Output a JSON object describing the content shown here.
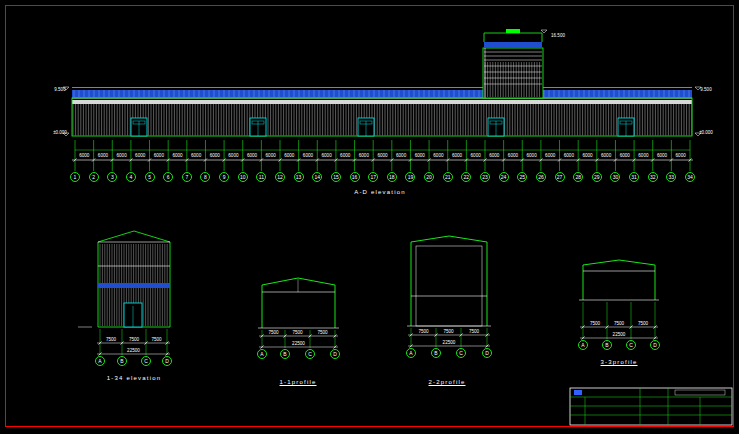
{
  "diagram": {
    "nodes": [
      {
        "text": [
          "1"
        ]
      },
      {
        "text": [
          "2"
        ]
      },
      {
        "text": [
          "3"
        ]
      },
      {
        "text": [
          "4"
        ]
      },
      {
        "text": [
          "5"
        ]
      },
      {
        "text": [
          "6"
        ]
      },
      {
        "text": [
          "7"
        ]
      },
      {
        "text": [
          "8"
        ]
      },
      {
        "text": [
          "9"
        ]
      },
      {
        "text": [
          "10"
        ]
      },
      {
        "text": [
          "11"
        ]
      },
      {
        "text": [
          "12"
        ]
      },
      {
        "text": [
          "13"
        ]
      },
      {
        "text": [
          "14"
        ]
      },
      {
        "text": [
          "15"
        ]
      },
      {
        "text": [
          "16"
        ]
      },
      {
        "text": [
          "17"
        ]
      },
      {
        "text": [
          "18"
        ]
      },
      {
        "text": [
          "19"
        ]
      },
      {
        "text": [
          "20"
        ]
      },
      {
        "text": [
          "21"
        ]
      },
      {
        "text": [
          "22"
        ]
      },
      {
        "text": [
          "23"
        ]
      },
      {
        "text": [
          "24"
        ]
      },
      {
        "text": [
          "25"
        ]
      },
      {
        "text": [
          "26"
        ]
      },
      {
        "text": [
          "27"
        ]
      },
      {
        "text": [
          "28"
        ]
      },
      {
        "text": [
          "29"
        ]
      },
      {
        "text": [
          "30"
        ]
      },
      {
        "text": [
          "31"
        ]
      },
      {
        "text": [
          "32"
        ]
      },
      {
        "text": [
          "33"
        ]
      },
      {
        "text": [
          "34"
        ]
      },
      {
        "text": [
          "A"
        ]
      },
      {
        "text": [
          "B"
        ]
      },
      {
        "text": [
          "C"
        ]
      },
      {
        "text": [
          "D"
        ]
      },
      {
        "text": [
          "A"
        ]
      },
      {
        "text": [
          "B"
        ]
      },
      {
        "text": [
          "C"
        ]
      },
      {
        "text": [
          "D"
        ]
      },
      {
        "text": [
          "A"
        ]
      },
      {
        "text": [
          "B"
        ]
      },
      {
        "text": [
          "C"
        ]
      },
      {
        "text": [
          "D"
        ]
      },
      {
        "text": [
          "A"
        ]
      },
      {
        "text": [
          "B"
        ]
      },
      {
        "text": [
          "C"
        ]
      },
      {
        "text": [
          "D"
        ]
      }
    ],
    "labels": [
      "6000",
      "6000",
      "6000",
      "6000",
      "6000",
      "6000",
      "6000",
      "6000",
      "6000",
      "6000",
      "6000",
      "6000",
      "6000",
      "6000",
      "6000",
      "6000",
      "6000",
      "6000",
      "6000",
      "6000",
      "6000",
      "6000",
      "6000",
      "6000",
      "6000",
      "6000",
      "6000",
      "6000",
      "6000",
      "6000",
      "6000",
      "6000",
      "6000",
      "A-D elevation",
      "7500",
      "7500",
      "7500",
      "22500",
      "1-34 elevation",
      "7500",
      "7500",
      "7500",
      "22500",
      "1-1profile",
      "7500",
      "7500",
      "7500",
      "22500",
      "2-2profile",
      "7500",
      "7500",
      "7500",
      "22500",
      "3-3profile",
      "9.500",
      "±0.000",
      "9.500",
      "±0.000",
      "16.500"
    ]
  }
}
